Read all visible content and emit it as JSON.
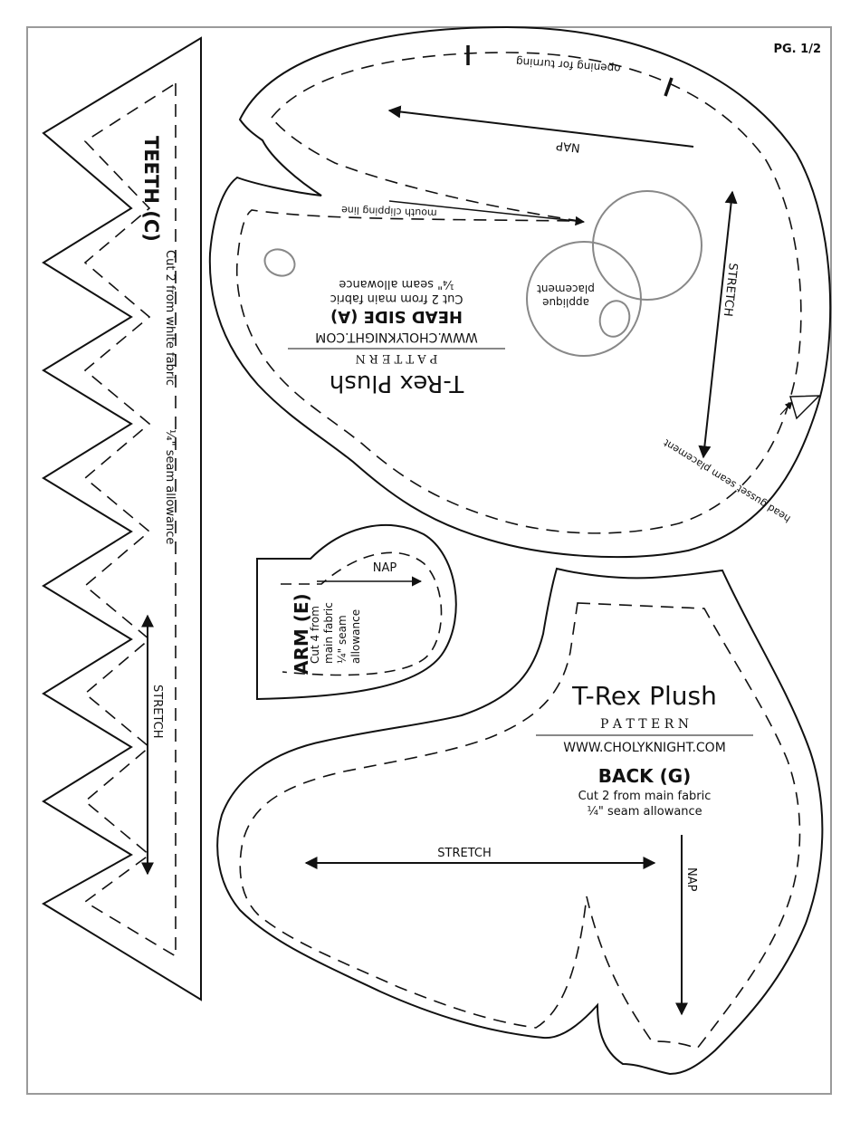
{
  "page_label": "PG. 1/2",
  "colors": {
    "ink": "#111111",
    "frame": "#9a9a9a",
    "placement": "#8a8a8a"
  },
  "head_side": {
    "title": "T-Rex Plush",
    "pattern": "P A T T E R N",
    "url": "WWW.CHOLYKNIGHT.COM",
    "piece": "HEAD SIDE (A)",
    "cut": "Cut 2 from main fabric",
    "seam": "¼\" seam allowance",
    "opening": "opening for turning",
    "nap": "NAP",
    "stretch": "STRETCH",
    "mouth_line": "mouth clipping line",
    "applique": [
      "applique",
      "placement"
    ],
    "gusset": "head gusset seam placement"
  },
  "teeth": {
    "piece": "TEETH (C)",
    "cut": "Cut 2 from white fabric",
    "seam": "¼\" seam allowance",
    "stretch": "STRETCH"
  },
  "arm": {
    "piece": "ARM (E)",
    "nap": "NAP",
    "cut_lines": [
      "Cut 4 from",
      "main fabric",
      "¼\" seam",
      "allowance"
    ]
  },
  "back": {
    "title": "T-Rex Plush",
    "pattern": "P A T T E R N",
    "url": "WWW.CHOLYKNIGHT.COM",
    "piece": "BACK (G)",
    "cut": "Cut 2 from main fabric",
    "seam": "¼\" seam allowance",
    "stretch": "STRETCH",
    "nap": "NAP"
  }
}
